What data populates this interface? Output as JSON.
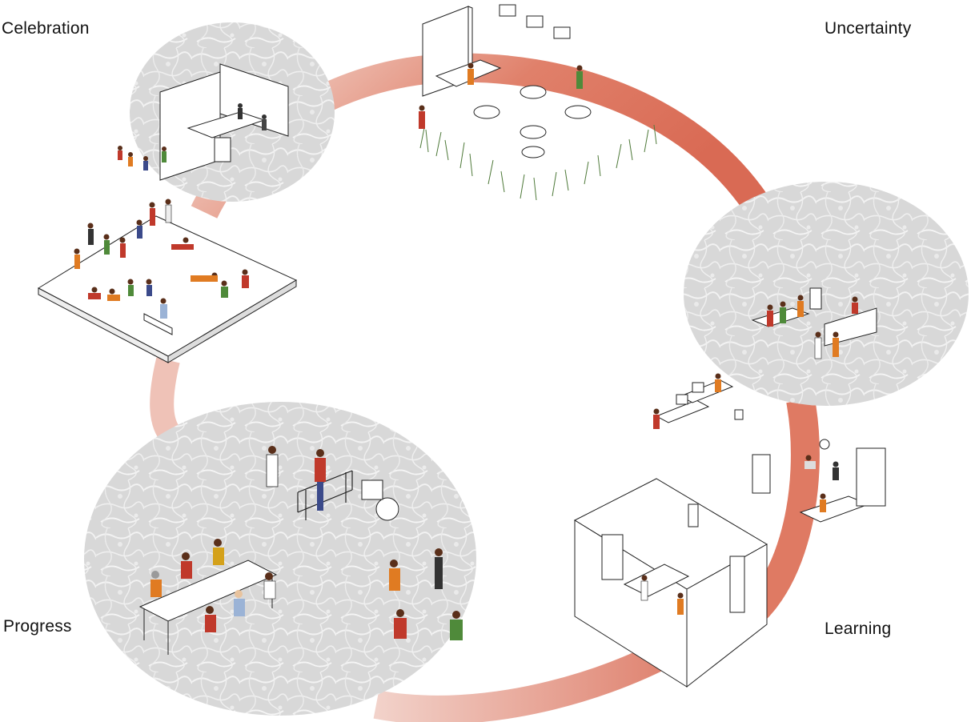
{
  "labels": {
    "celebration": "Celebration",
    "uncertainty": "Uncertainty",
    "progress": "Progress",
    "learning": "Learning"
  },
  "colors": {
    "ring_light": "#f3d6cf",
    "ring_dark": "#d9705a",
    "vignette_fill": "#dcdcdc",
    "vignette_texture": "#f4f4f4",
    "line": "#222222",
    "accent_red": "#c0392b",
    "accent_orange": "#e07b22",
    "accent_green": "#4f8a3a",
    "accent_blue": "#3b4a8a",
    "skin": "#6b3b22"
  }
}
